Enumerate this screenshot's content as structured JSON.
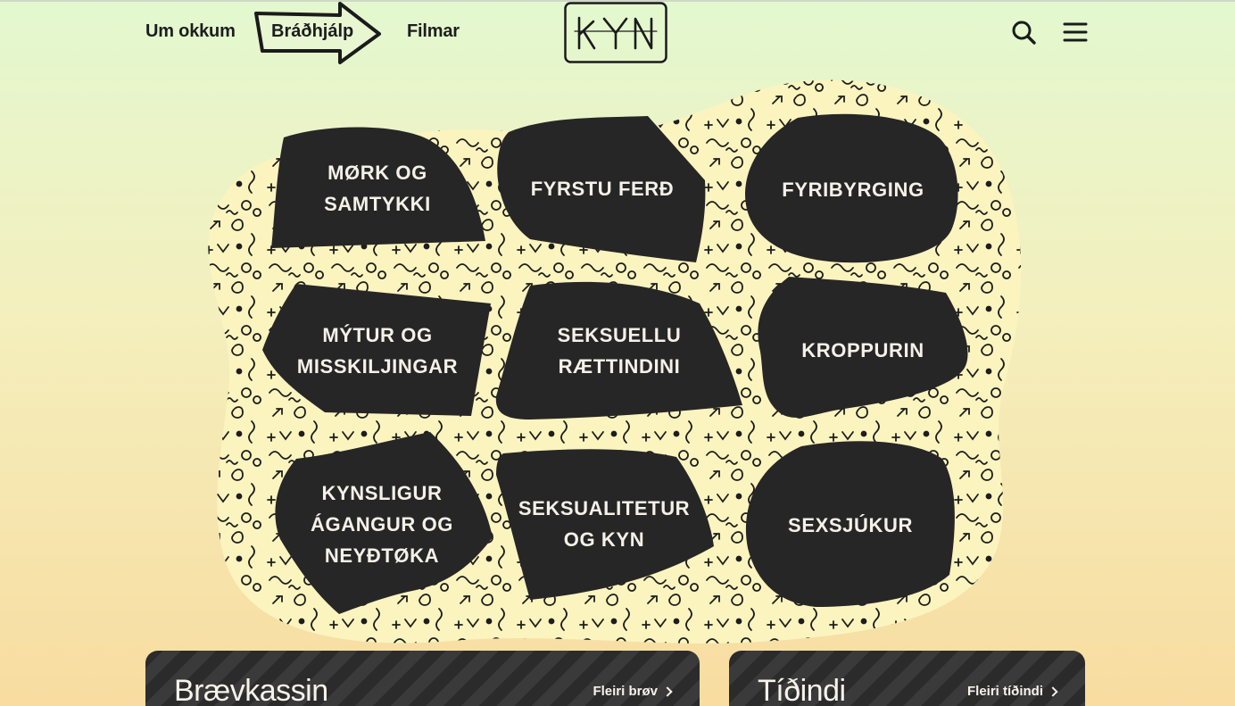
{
  "header": {
    "nav": {
      "um_okkum": "Um okkum",
      "bradhjalp": "Bráðhjálp",
      "filmar": "Filmar"
    },
    "logo_text": "KYN",
    "icons": {
      "search": "search-icon",
      "menu": "hamburger-menu-icon"
    }
  },
  "tiles": {
    "t1": "MØRK OG\nSAMTYKKI",
    "t2": "FYRSTU FERÐ",
    "t3": "FYRIBYRGING",
    "t4": "MÝTUR OG\nMISSKILJINGAR",
    "t5": "SEKSUELLU\nRÆTTINDINI",
    "t6": "KROPPURIN",
    "t7": "KYNSLIGUR\nÁGANGUR OG\nNEYÐTØKA",
    "t8": "SEKSUALITETUR\nOG KYN",
    "t9": "SEXSJÚKUR"
  },
  "panels": {
    "left": {
      "title": "Brævkassin",
      "link": "Fleiri brøv"
    },
    "right": {
      "title": "Tíðindi",
      "link": "Fleiri tíðindi"
    }
  },
  "colors": {
    "tile_fill": "#262626",
    "tile_text": "#f4f1e8",
    "bg_top": "#e3f8cf",
    "bg_bottom": "#f8dca0",
    "doodle_fill": "#fbf4bf"
  }
}
